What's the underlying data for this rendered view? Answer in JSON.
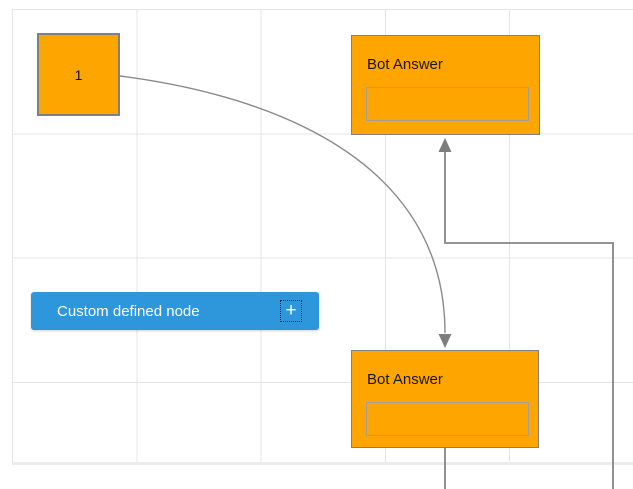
{
  "diagram": {
    "nodes": {
      "number": {
        "label": "1"
      },
      "bot_top": {
        "title": "Bot Answer"
      },
      "bot_bottom": {
        "title": "Bot Answer"
      },
      "custom": {
        "label": "Custom defined node",
        "add_icon": "+"
      }
    },
    "colors": {
      "node_orange": "#ffa500",
      "node_blue": "#2e96db",
      "node_border_gray": "#808080",
      "inner_field_border": "#a0a0a0",
      "connector_gray": "#858585",
      "grid_line": "#e5e5e5",
      "grid_bottom_edge": "#ececec"
    }
  }
}
